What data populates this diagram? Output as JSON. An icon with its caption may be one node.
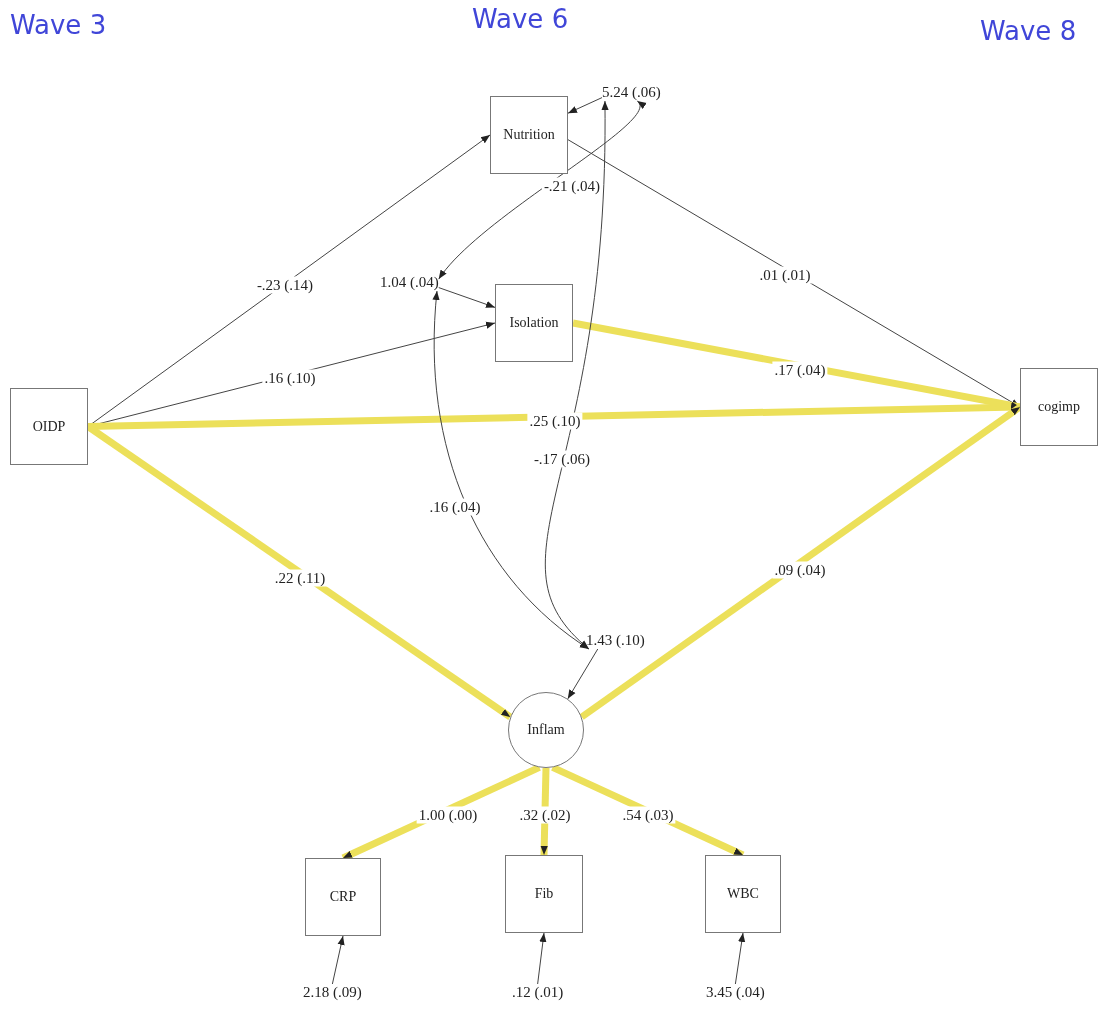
{
  "diagram": {
    "nodes": [
      {
        "text": [
          "OIDP"
        ]
      },
      {
        "text": [
          "Nutrition"
        ]
      },
      {
        "text": [
          "Isolation"
        ]
      },
      {
        "text": [
          "cogimp"
        ]
      },
      {
        "text": [
          "Inflam"
        ]
      },
      {
        "text": [
          "CRP"
        ]
      },
      {
        "text": [
          "Fib"
        ]
      },
      {
        "text": [
          "WBC"
        ]
      },
      {
        "text": [
          "5.24 (.06)"
        ]
      },
      {
        "text": [
          "1.04 (.04)"
        ]
      },
      {
        "text": [
          "1.43 (.10)"
        ]
      },
      {
        "text": [
          "2.18 (.09)"
        ]
      },
      {
        "text": [
          ".12 (.01)"
        ]
      },
      {
        "text": [
          "3.45 (.04)"
        ]
      }
    ],
    "edges": [
      {
        "from": 0,
        "to": 1,
        "arrow": "to",
        "label": "-.23 (.14)"
      },
      {
        "from": 0,
        "to": 2,
        "arrow": "to",
        "label": ".16 (.10)"
      },
      {
        "from": 0,
        "to": 3,
        "arrow": "to",
        "label": ".25 (.10)",
        "style": "thick",
        "color": "#ece05a"
      },
      {
        "from": 0,
        "to": 4,
        "arrow": "to",
        "label": ".22 (.11)",
        "style": "thick",
        "color": "#ece05a"
      },
      {
        "from": 1,
        "to": 3,
        "arrow": "to",
        "label": ".01 (.01)"
      },
      {
        "from": 2,
        "to": 3,
        "arrow": "to",
        "label": ".17 (.04)",
        "style": "thick",
        "color": "#ece05a"
      },
      {
        "from": 4,
        "to": 3,
        "arrow": "to",
        "label": ".09 (.04)",
        "style": "thick",
        "color": "#ece05a"
      },
      {
        "from": 4,
        "to": 5,
        "arrow": "to",
        "label": "1.00 (.00)",
        "style": "thick",
        "color": "#ece05a"
      },
      {
        "from": 4,
        "to": 6,
        "arrow": "to",
        "label": ".32 (.02)",
        "style": "thick",
        "color": "#ece05a"
      },
      {
        "from": 4,
        "to": 7,
        "arrow": "to",
        "label": ".54 (.03)",
        "style": "thick",
        "color": "#ece05a"
      },
      {
        "from": 8,
        "to": 1,
        "arrow": "to"
      },
      {
        "from": 9,
        "to": 2,
        "arrow": "to"
      },
      {
        "from": 10,
        "to": 4,
        "arrow": "to"
      },
      {
        "from": 11,
        "to": 5,
        "arrow": "to"
      },
      {
        "from": 12,
        "to": 6,
        "arrow": "to"
      },
      {
        "from": 13,
        "to": 7,
        "arrow": "to"
      },
      {
        "from": 8,
        "to": 9,
        "arrow": "both",
        "label": "-.21 (.04)"
      },
      {
        "from": 8,
        "to": 10,
        "arrow": "both",
        "label": "-.17 (.06)"
      },
      {
        "from": 9,
        "to": 10,
        "arrow": "both",
        "label": ".16 (.04)"
      }
    ],
    "labels": [
      "Wave 3",
      "Wave 6",
      "Wave 8"
    ]
  }
}
